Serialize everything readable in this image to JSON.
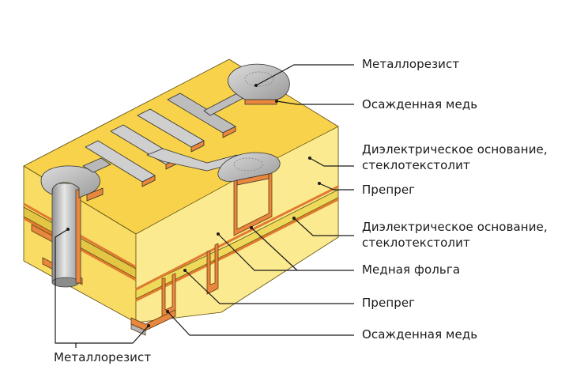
{
  "labels": {
    "metalloresist_top": "Металлорезист",
    "deposited_copper_top": "Осажденная медь",
    "dielectric_1_line1": "Диэлектрическое основание,",
    "dielectric_1_line2": "стеклотекстолит",
    "prepreg_1": "Препрег",
    "dielectric_2_line1": "Диэлектрическое основание,",
    "dielectric_2_line2": "стеклотекстолит",
    "copper_foil": "Медная фольга",
    "prepreg_2": "Препрег",
    "deposited_copper_bottom": "Осажденная медь",
    "metalloresist_bottom": "Металлорезист"
  },
  "colors": {
    "dielectric_top": "#F7D24A",
    "dielectric_front": "#FBE88E",
    "dielectric_side": "#F3CC3B",
    "prepreg": "#E9D24F",
    "copper": "#E8873D",
    "copper_light": "#F2B27A",
    "metal": "#A9A9A9",
    "metal_light": "#D6D6D6",
    "outline": "#404040"
  }
}
